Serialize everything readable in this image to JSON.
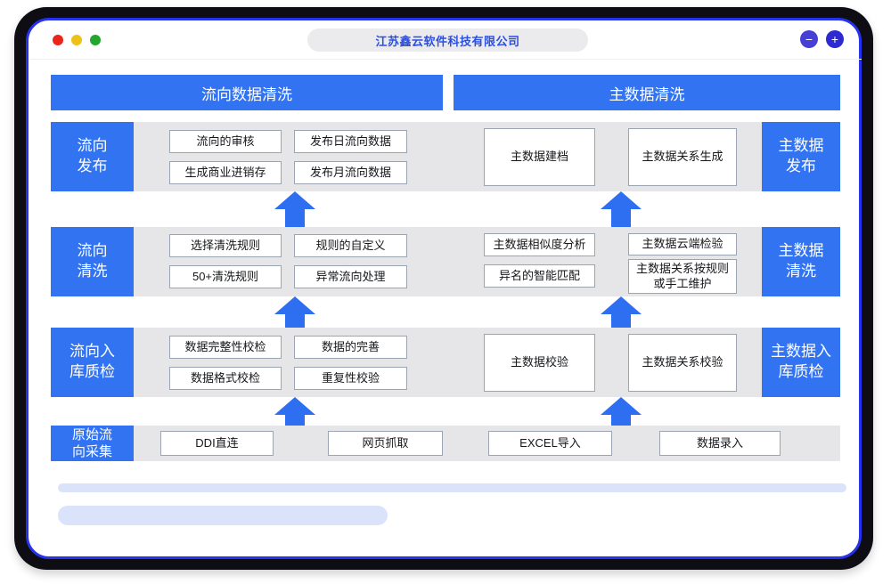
{
  "window": {
    "title": "江苏鑫云软件科技有限公司",
    "controls": {
      "minimize": "−",
      "zoom": "+"
    }
  },
  "colors": {
    "accent_blue": "#3273f2",
    "arrow_blue": "#2e6ff2",
    "window_border_blue": "#2633ec",
    "frame_dark": "#0d0d13",
    "band_gray": "#e6e6e8",
    "box_border": "#9aa5b1",
    "title_text_blue": "#2a4fe4",
    "skeleton_blue": "#dbe3fb",
    "traffic_red": "#e9251c",
    "traffic_yellow": "#eec118",
    "traffic_green": "#22a62c",
    "control_minus_bg": "#453fd6",
    "control_plus_bg": "#2d2ad4"
  },
  "headers": {
    "flow": "流向数据清洗",
    "master": "主数据清洗"
  },
  "rows": [
    {
      "left_label": "流向\n发布",
      "right_label": "主数据\n发布",
      "left_boxes": [
        "流向的审核",
        "发布日流向数据",
        "生成商业进销存",
        "发布月流向数据"
      ],
      "right_boxes": [
        "主数据建档",
        "主数据关系生成"
      ]
    },
    {
      "left_label": "流向\n清洗",
      "right_label": "主数据\n清洗",
      "left_boxes": [
        "选择清洗规则",
        "规则的自定义",
        "50+清洗规则",
        "异常流向处理"
      ],
      "right_boxes": [
        "主数据相似度分析",
        "主数据云端检验",
        "异名的智能匹配",
        "主数据关系按规则\n或手工维护"
      ]
    },
    {
      "left_label": "流向入\n库质检",
      "right_label": "主数据入\n库质检",
      "left_boxes": [
        "数据完整性校检",
        "数据的完善",
        "数据格式校检",
        "重复性校验"
      ],
      "right_boxes": [
        "主数据校验",
        "主数据关系校验"
      ]
    },
    {
      "left_label": "原始流\n向采集",
      "boxes": [
        "DDI直连",
        "网页抓取",
        "EXCEL导入",
        "数据录入"
      ]
    }
  ]
}
